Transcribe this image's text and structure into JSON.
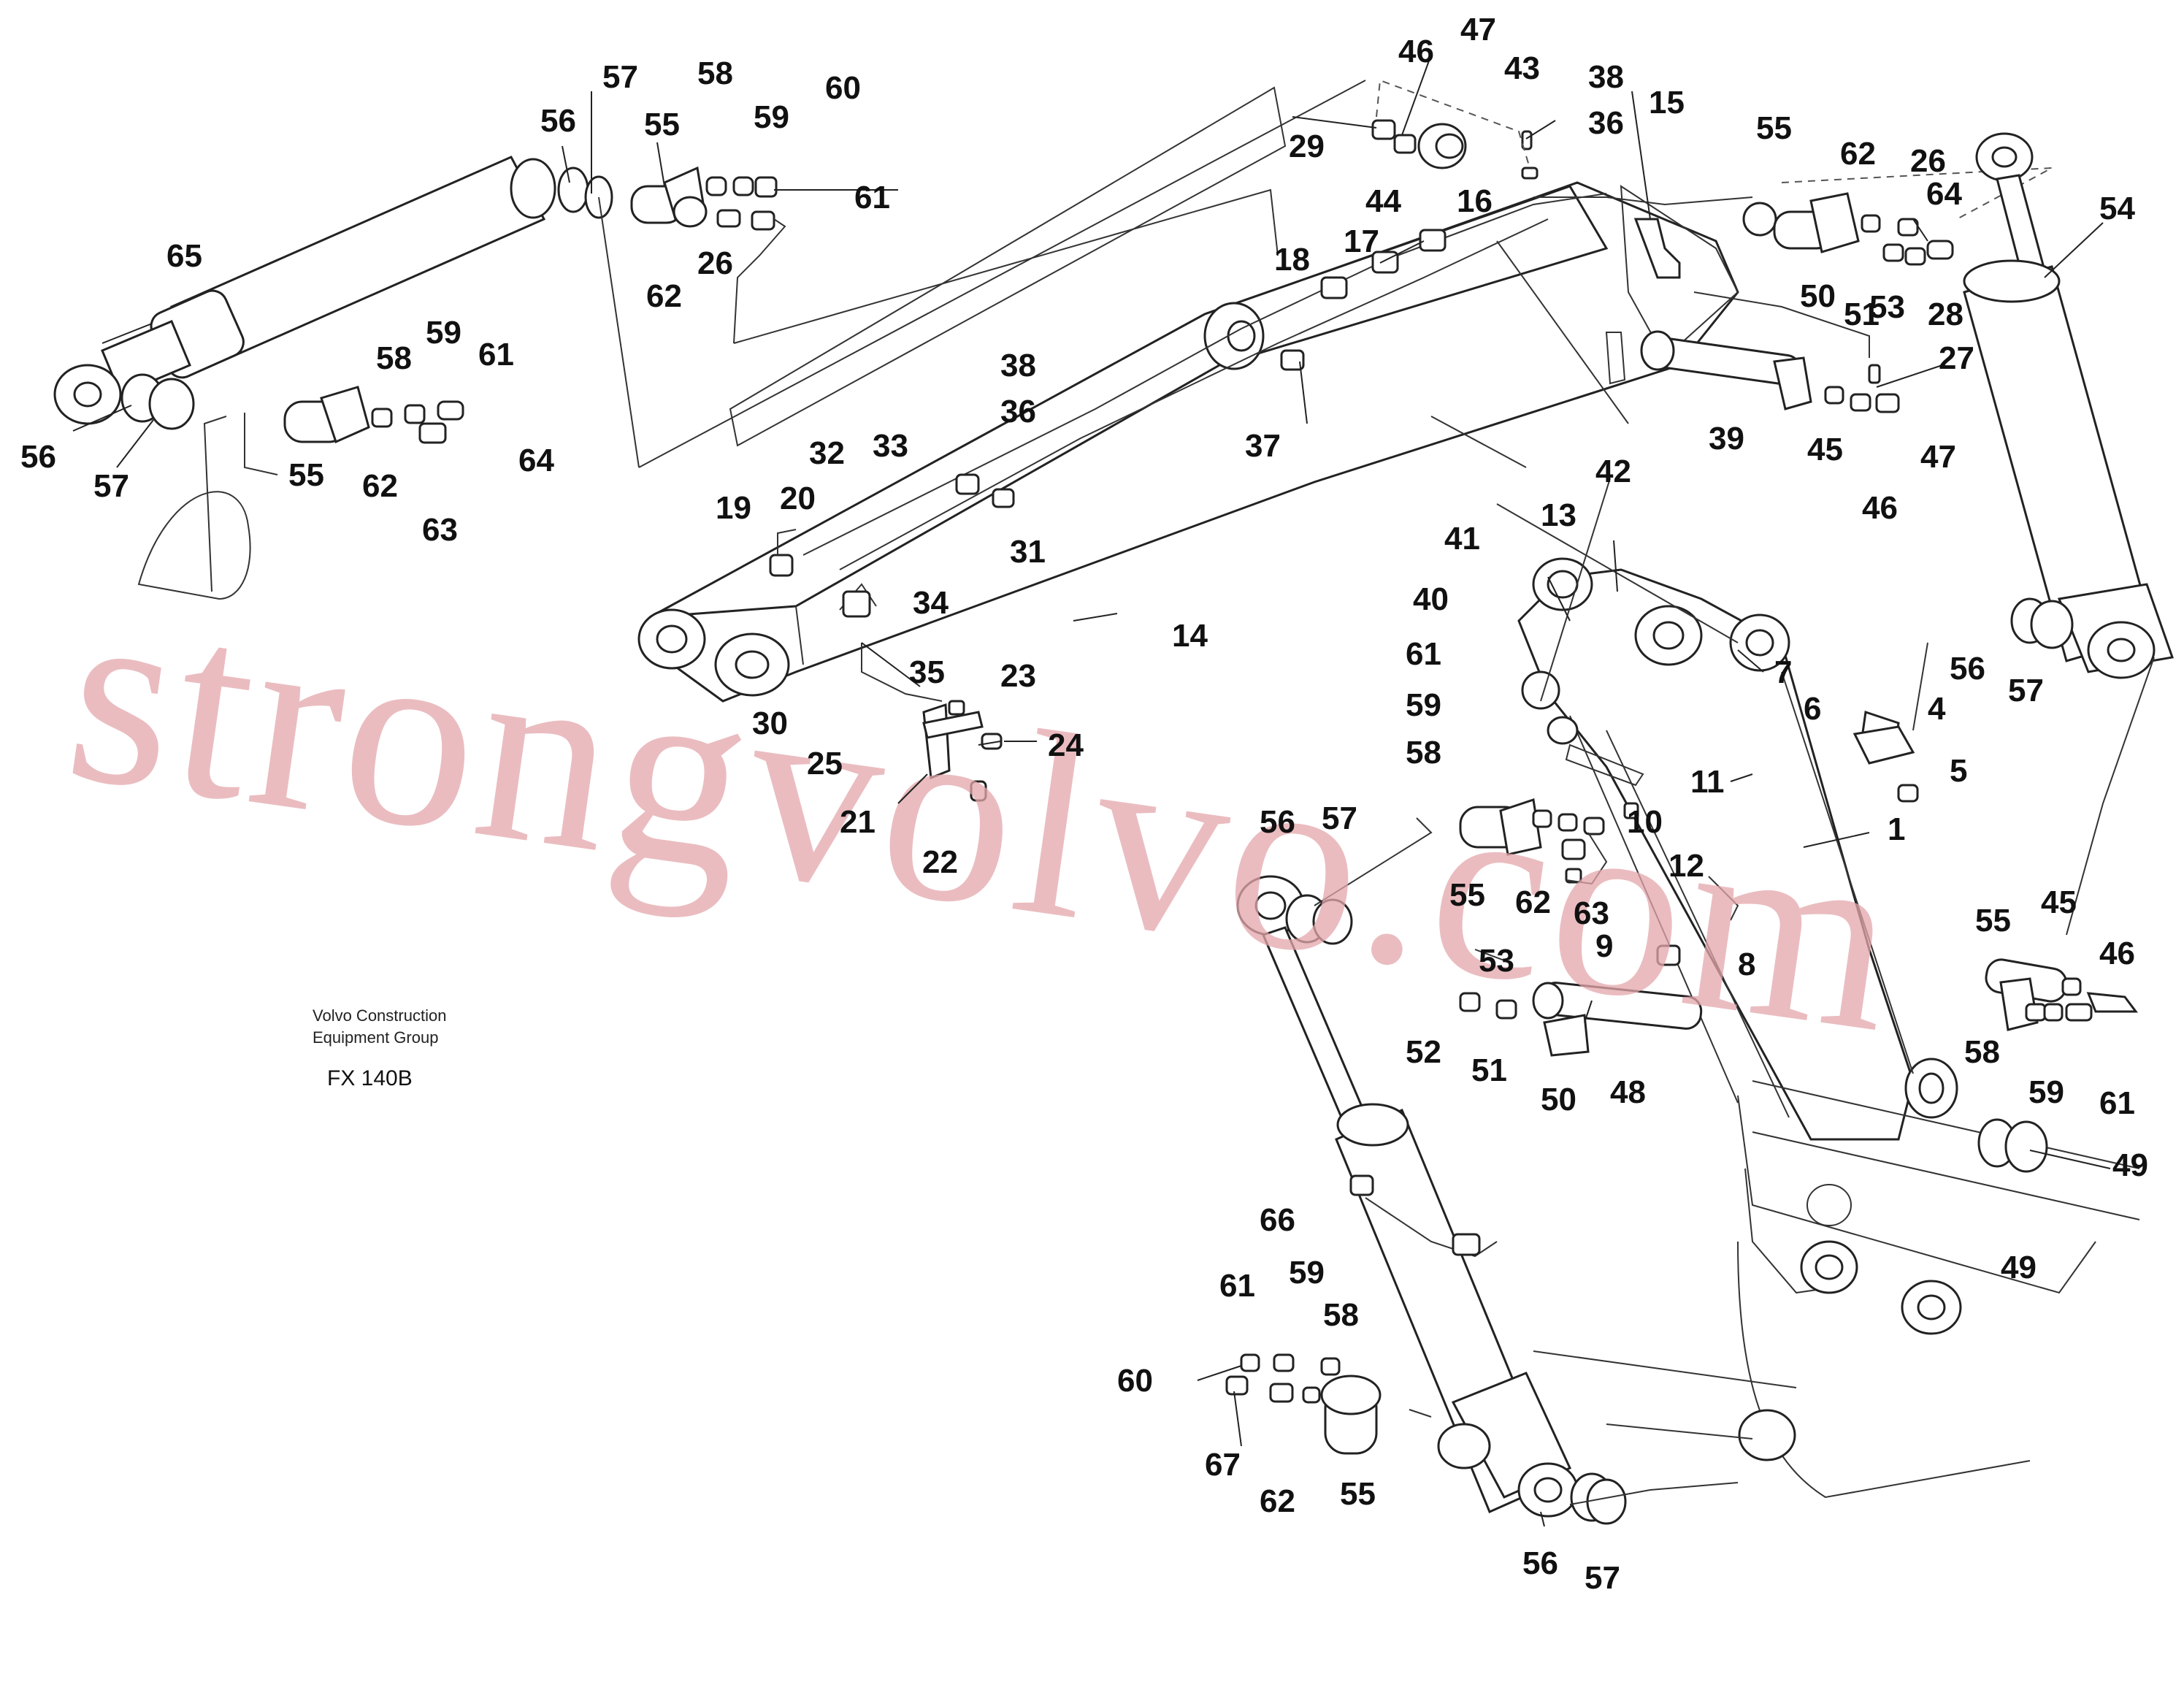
{
  "document": {
    "company_caption_line1": "Volvo Construction",
    "company_caption_line2": "Equipment Group",
    "model": "FX 140B",
    "watermark": "strongvolvo.com"
  },
  "callouts": [
    {
      "id": "c57a",
      "text": "57"
    },
    {
      "id": "c56a",
      "text": "56"
    },
    {
      "id": "c55a",
      "text": "55"
    },
    {
      "id": "c58a",
      "text": "58"
    },
    {
      "id": "c59a",
      "text": "59"
    },
    {
      "id": "c60a",
      "text": "60"
    },
    {
      "id": "c61a",
      "text": "61"
    },
    {
      "id": "c62a",
      "text": "62"
    },
    {
      "id": "c26a",
      "text": "26"
    },
    {
      "id": "c65",
      "text": "65"
    },
    {
      "id": "c56b",
      "text": "56"
    },
    {
      "id": "c57b",
      "text": "57"
    },
    {
      "id": "c58b",
      "text": "58"
    },
    {
      "id": "c59b",
      "text": "59"
    },
    {
      "id": "c61b",
      "text": "61"
    },
    {
      "id": "c55b",
      "text": "55"
    },
    {
      "id": "c62b",
      "text": "62"
    },
    {
      "id": "c63a",
      "text": "63"
    },
    {
      "id": "c64a",
      "text": "64"
    },
    {
      "id": "c46a",
      "text": "46"
    },
    {
      "id": "c47a",
      "text": "47"
    },
    {
      "id": "c43",
      "text": "43"
    },
    {
      "id": "c38a",
      "text": "38"
    },
    {
      "id": "c36a",
      "text": "36"
    },
    {
      "id": "c29",
      "text": "29"
    },
    {
      "id": "c44",
      "text": "44"
    },
    {
      "id": "c16",
      "text": "16"
    },
    {
      "id": "c15",
      "text": "15"
    },
    {
      "id": "c55c",
      "text": "55"
    },
    {
      "id": "c62c",
      "text": "62"
    },
    {
      "id": "c26b",
      "text": "26"
    },
    {
      "id": "c64b",
      "text": "64"
    },
    {
      "id": "c54",
      "text": "54"
    },
    {
      "id": "c18",
      "text": "18"
    },
    {
      "id": "c17",
      "text": "17"
    },
    {
      "id": "c50a",
      "text": "50"
    },
    {
      "id": "c51a",
      "text": "51"
    },
    {
      "id": "c53a",
      "text": "53"
    },
    {
      "id": "c28",
      "text": "28"
    },
    {
      "id": "c27",
      "text": "27"
    },
    {
      "id": "c38b",
      "text": "38"
    },
    {
      "id": "c36b",
      "text": "36"
    },
    {
      "id": "c37",
      "text": "37"
    },
    {
      "id": "c39",
      "text": "39"
    },
    {
      "id": "c45a",
      "text": "45"
    },
    {
      "id": "c47b",
      "text": "47"
    },
    {
      "id": "c42",
      "text": "42"
    },
    {
      "id": "c46b",
      "text": "46"
    },
    {
      "id": "c32",
      "text": "32"
    },
    {
      "id": "c33",
      "text": "33"
    },
    {
      "id": "c19",
      "text": "19"
    },
    {
      "id": "c20",
      "text": "20"
    },
    {
      "id": "c31",
      "text": "31"
    },
    {
      "id": "c13",
      "text": "13"
    },
    {
      "id": "c41",
      "text": "41"
    },
    {
      "id": "c40",
      "text": "40"
    },
    {
      "id": "c34",
      "text": "34"
    },
    {
      "id": "c14",
      "text": "14"
    },
    {
      "id": "c7",
      "text": "7"
    },
    {
      "id": "c56c",
      "text": "56"
    },
    {
      "id": "c57c",
      "text": "57"
    },
    {
      "id": "c35",
      "text": "35"
    },
    {
      "id": "c23",
      "text": "23"
    },
    {
      "id": "c61c",
      "text": "61"
    },
    {
      "id": "c30",
      "text": "30"
    },
    {
      "id": "c6",
      "text": "6"
    },
    {
      "id": "c4",
      "text": "4"
    },
    {
      "id": "c59c",
      "text": "59"
    },
    {
      "id": "c24",
      "text": "24"
    },
    {
      "id": "c25",
      "text": "25"
    },
    {
      "id": "c58c",
      "text": "58"
    },
    {
      "id": "c5",
      "text": "5"
    },
    {
      "id": "c11",
      "text": "11"
    },
    {
      "id": "c21",
      "text": "21"
    },
    {
      "id": "c10",
      "text": "10"
    },
    {
      "id": "c1",
      "text": "1"
    },
    {
      "id": "c22",
      "text": "22"
    },
    {
      "id": "c12",
      "text": "12"
    },
    {
      "id": "c56d",
      "text": "56"
    },
    {
      "id": "c57d",
      "text": "57"
    },
    {
      "id": "c55d",
      "text": "55"
    },
    {
      "id": "c62d",
      "text": "62"
    },
    {
      "id": "c63b",
      "text": "63"
    },
    {
      "id": "c55e",
      "text": "55"
    },
    {
      "id": "c45b",
      "text": "45"
    },
    {
      "id": "c46c",
      "text": "46"
    },
    {
      "id": "c9",
      "text": "9"
    },
    {
      "id": "c8",
      "text": "8"
    },
    {
      "id": "c53b",
      "text": "53"
    },
    {
      "id": "c52",
      "text": "52"
    },
    {
      "id": "c51b",
      "text": "51"
    },
    {
      "id": "c50b",
      "text": "50"
    },
    {
      "id": "c48",
      "text": "48"
    },
    {
      "id": "c58d",
      "text": "58"
    },
    {
      "id": "c59d",
      "text": "59"
    },
    {
      "id": "c61d",
      "text": "61"
    },
    {
      "id": "c49a",
      "text": "49"
    },
    {
      "id": "c66",
      "text": "66"
    },
    {
      "id": "c49b",
      "text": "49"
    },
    {
      "id": "c61e",
      "text": "61"
    },
    {
      "id": "c59e",
      "text": "59"
    },
    {
      "id": "c58e",
      "text": "58"
    },
    {
      "id": "c60b",
      "text": "60"
    },
    {
      "id": "c67",
      "text": "67"
    },
    {
      "id": "c62e",
      "text": "62"
    },
    {
      "id": "c55f",
      "text": "55"
    },
    {
      "id": "c56e",
      "text": "56"
    },
    {
      "id": "c57e",
      "text": "57"
    }
  ]
}
